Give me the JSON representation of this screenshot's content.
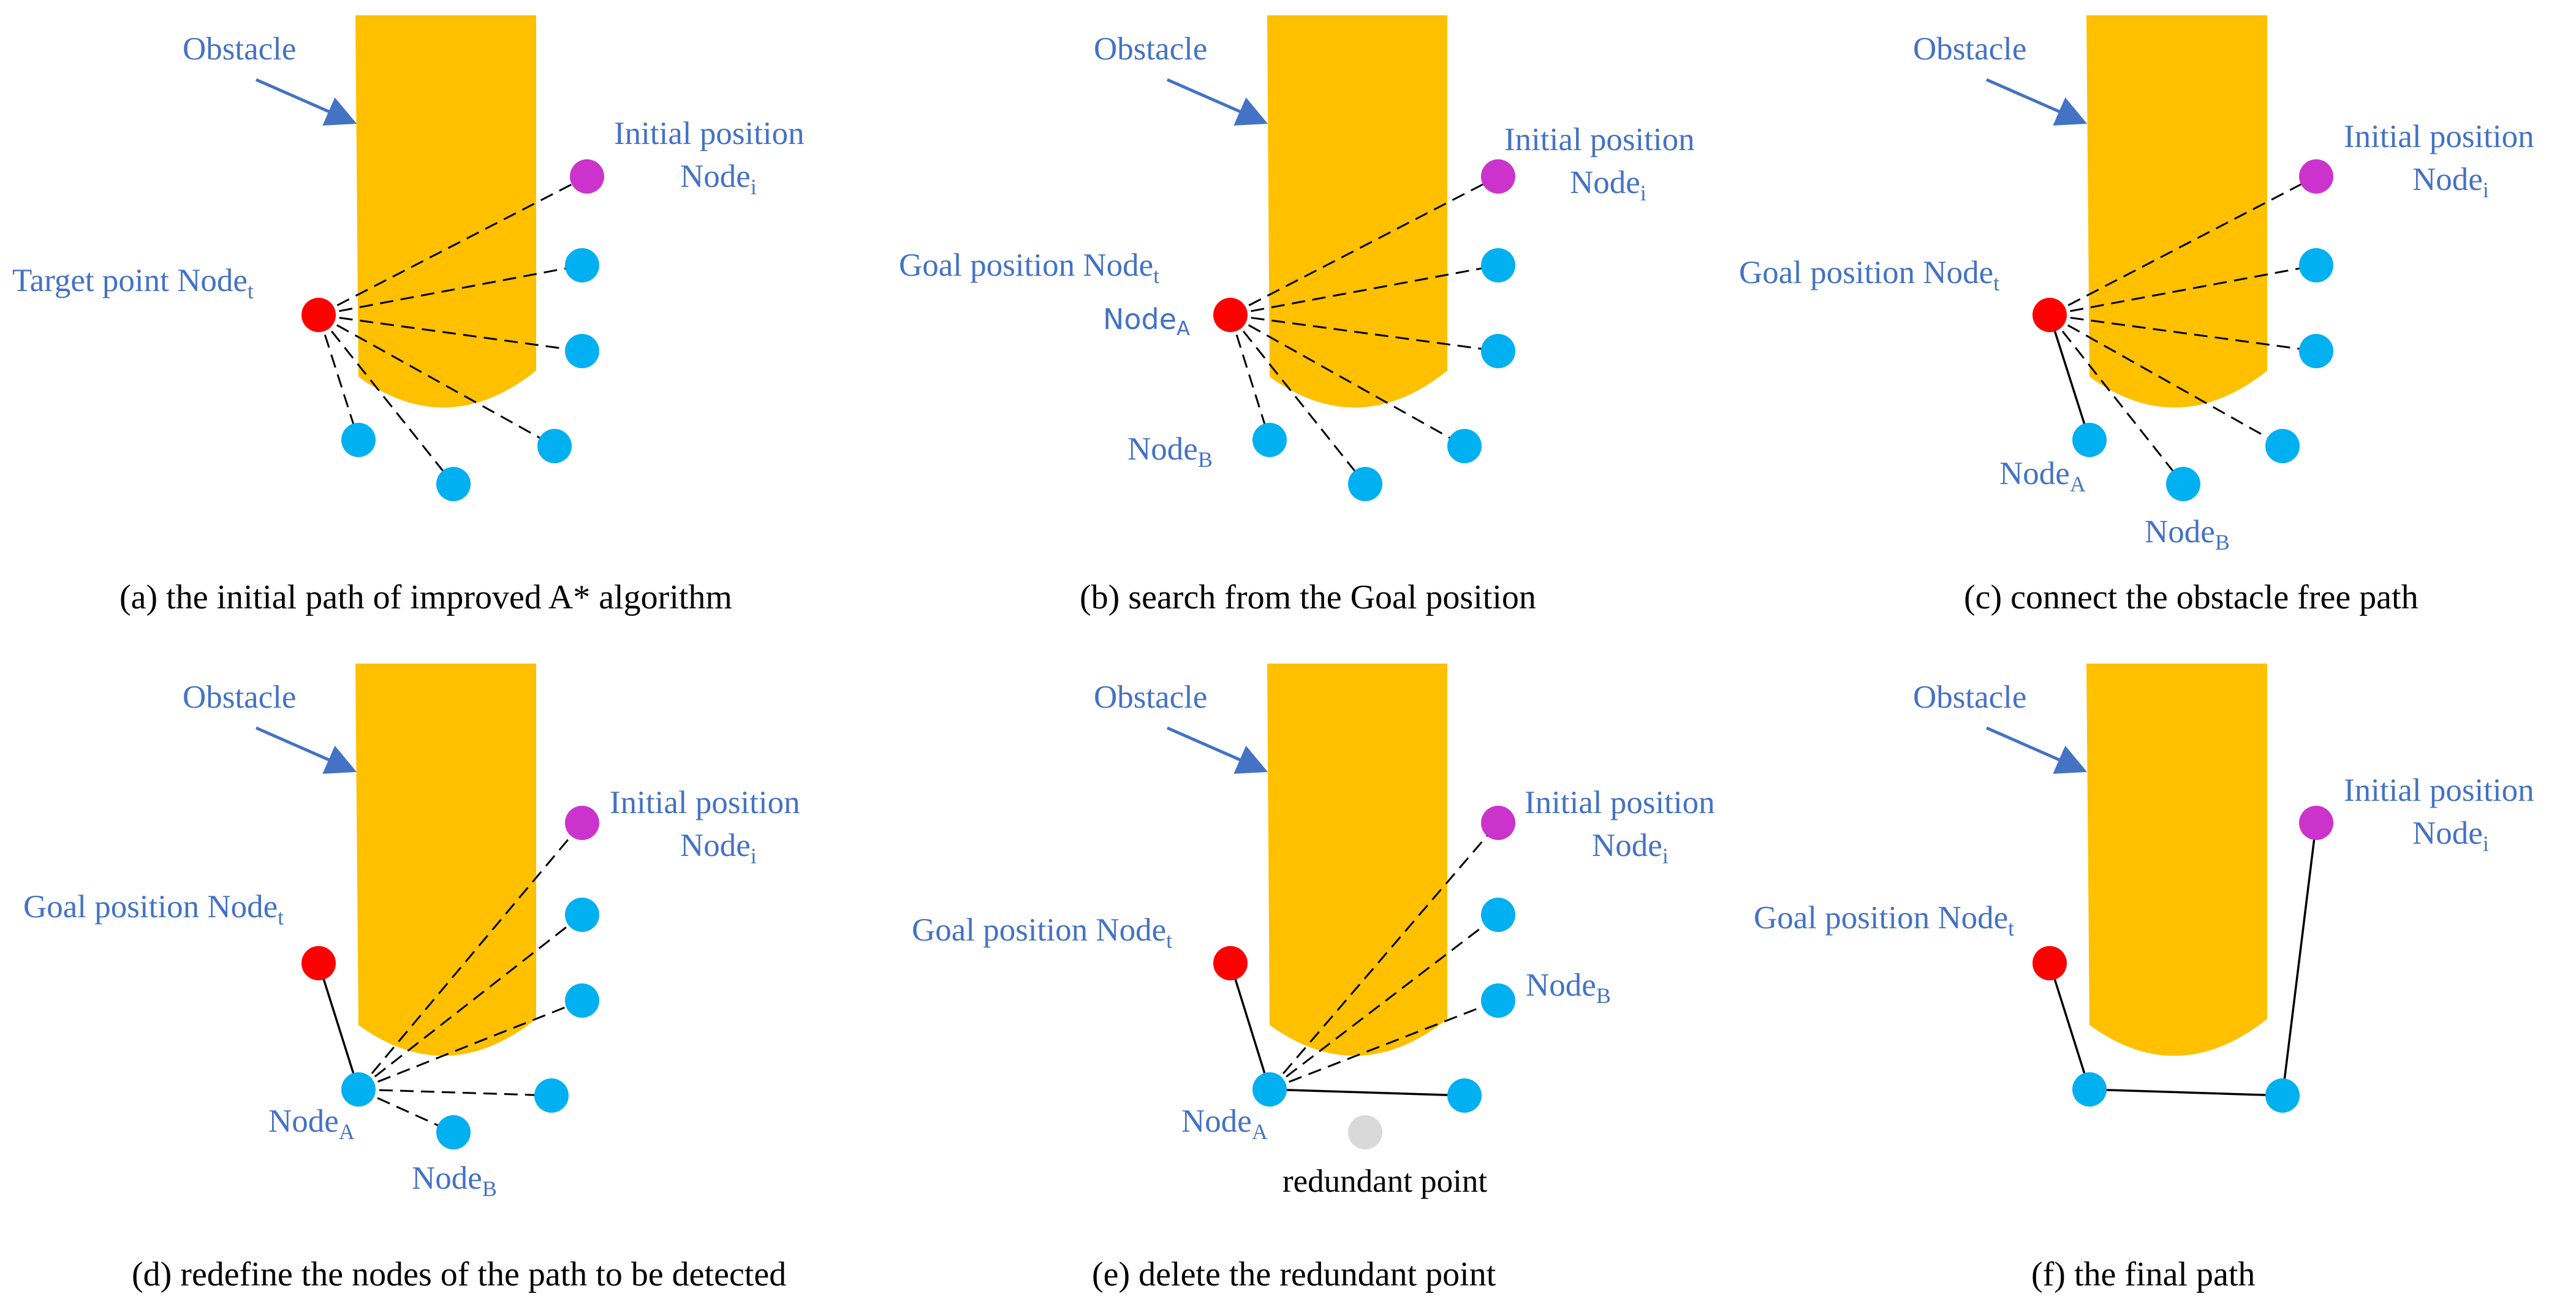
{
  "labels": {
    "obstacle": "Obstacle",
    "initial_position": "Initial position",
    "node": "Node",
    "sub_i": "i",
    "sub_t": "t",
    "sub_A": "A",
    "sub_B": "B",
    "target_point": "Target point Node",
    "goal_position": "Goal position Node",
    "redundant_point": "redundant point"
  },
  "captions": {
    "a": "(a) the initial path of improved A* algorithm",
    "b": "(b) search from the Goal position",
    "c": "(c) connect the obstacle free path",
    "d": "(d) redefine the nodes of the path to be detected",
    "e": "(e) delete the redundant point",
    "f": "(f) the final path"
  },
  "colors": {
    "obstacle": "#FFC000",
    "arrow": "#4472C4",
    "label": "#4472C4",
    "node": "#00B0F0",
    "initial": "#CC33CC",
    "target": "#FF0000",
    "redundant": "#D9D9D9"
  }
}
